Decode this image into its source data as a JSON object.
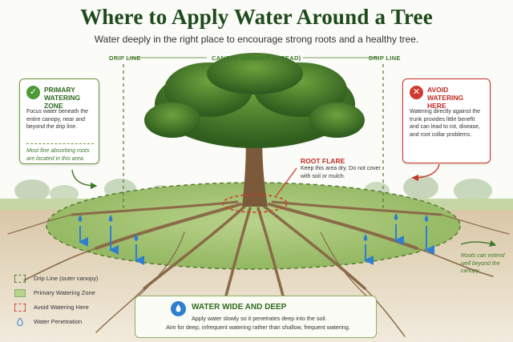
{
  "header": {
    "title": "Where to Apply Water Around a Tree",
    "subtitle": "Water deeply in the right place to encourage strong roots and a healthy tree."
  },
  "top_labels": {
    "drip_left": "DRIP LINE",
    "canopy": "CANOPY (BRANCH SPREAD)",
    "drip_right": "DRIP LINE"
  },
  "primary_zone": {
    "icon": "checkmark-icon",
    "title": "PRIMARY WATERING ZONE",
    "body": "Focus water beneath the entire canopy, near and beyond the drip line.",
    "note": "Most fine absorbing roots are located in this area."
  },
  "avoid_zone": {
    "icon": "x-icon",
    "title": "AVOID WATERING HERE",
    "body": "Watering directly against the trunk provides little benefit and can lead to rot, disease, and root collar problems."
  },
  "root_flare": {
    "title": "ROOT FLARE",
    "body": "Keep this area dry. Do not cover with soil or mulch."
  },
  "roots_note": "Roots can extend well beyond the canopy.",
  "legend": [
    {
      "symbol": "dashed-green",
      "label": "Drip Line (outer canopy)"
    },
    {
      "symbol": "green-fill",
      "label": "Primary Watering Zone"
    },
    {
      "symbol": "dashed-red",
      "label": "Avoid Watering Here"
    },
    {
      "symbol": "water-drop-icon",
      "label": "Water Penetration"
    }
  ],
  "bottom_tip": {
    "icon": "water-drop-icon",
    "title": "WATER WIDE AND DEEP",
    "line1": "Apply water slowly so it penetrates deep into the soil.",
    "line2": "Aim for deep, infrequent watering rather than shallow, frequent watering."
  },
  "colors": {
    "title_green": "#1e4a1c",
    "zone_green": "#a9c97a",
    "avoid_red": "#d03b31",
    "water_blue": "#2f7fd0"
  }
}
